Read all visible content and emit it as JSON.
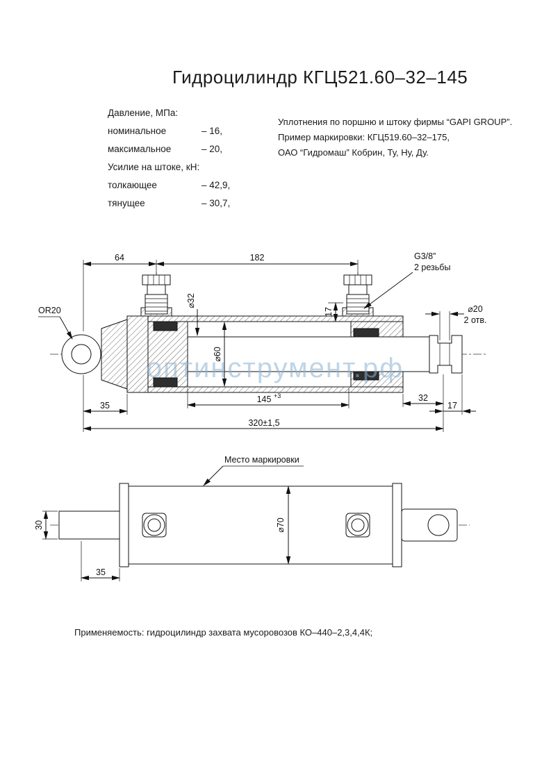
{
  "title": "Гидроцилиндр КГЦ521.60–32–145",
  "specs": {
    "pressure_header": "Давление, МПа:",
    "pressure_rows": [
      {
        "label": "номинальное",
        "value": "– 16,"
      },
      {
        "label": "максимальное",
        "value": "– 20,"
      }
    ],
    "force_header": "Усилие на штоке, кН:",
    "force_rows": [
      {
        "label": "толкающее",
        "value": "– 42,9,"
      },
      {
        "label": "тянущее",
        "value": "– 30,7,"
      }
    ]
  },
  "notes": {
    "line1": "Уплотнения по поршню и штоку фирмы “GAPI GROUP”.",
    "line2": "Пример маркировки: КГЦ519.60–32–175,",
    "line3": "ОАО “Гидромаш” Кобрин, Ту, Ну, Ду."
  },
  "main_view": {
    "dim_64": "64",
    "dim_182": "182",
    "port_thread": "G3/8”",
    "port_note": "2 резьбы",
    "dim_rod": "⌀32",
    "dim_17_top": "17",
    "dim_hole": "⌀20",
    "dim_hole_note": "2 отв.",
    "eye_label": "OR20",
    "dim_bore": "⌀60",
    "dim_35": "35",
    "dim_145": "145",
    "dim_145_tol": "+3",
    "dim_32": "32",
    "dim_17_right": "17",
    "dim_overall": "320±1,5"
  },
  "watermark": "оптинструмент.рф",
  "bottom_view": {
    "marking_label": "Место маркировки",
    "dim_body": "⌀70",
    "dim_30": "30",
    "dim_35": "35"
  },
  "application": "Применяемость: гидроцилиндр захвата мусоровозов КО–440–2,3,4,4К;"
}
